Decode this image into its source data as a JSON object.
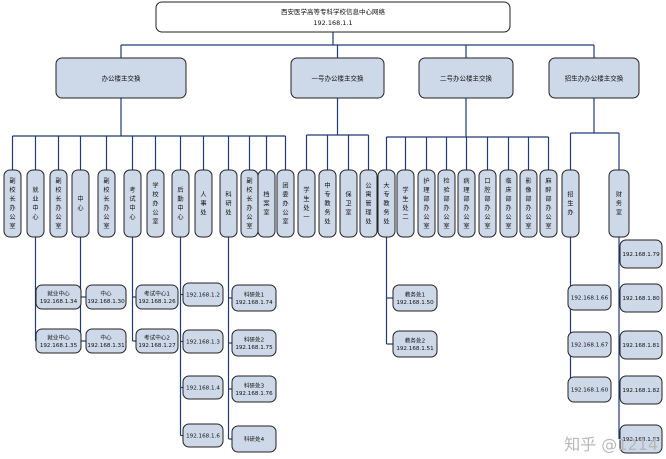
{
  "root": {
    "title": "西安医学高等专科学校信息中心网络",
    "ip": "192.168.1.1"
  },
  "switches": [
    "办公楼主交换",
    "一号办公楼主交换",
    "二号办公楼主交换",
    "招生办办公楼主交换"
  ],
  "level2": [
    "副校长办公室",
    "就业中心",
    "副校长办公室",
    "中心",
    "副校长办公室",
    "考试中心",
    "学校办公室",
    "后勤中心",
    "人事处",
    "科研处",
    "副校长办公室",
    "档案室",
    "团委办公室",
    "学生处一",
    "中专教务处",
    "保卫室",
    "公寓管理处",
    "大专教务处",
    "学生处二",
    "护理部办公室",
    "检验部办公室",
    "病理部办公室",
    "口腔部办公室",
    "临床部办公室",
    "影像部办公室",
    "麻醉部办公室",
    "招生办",
    "财务室"
  ],
  "level3": [
    {
      "lines": [
        "就业中心",
        "192.168.1.34"
      ]
    },
    {
      "lines": [
        "就业中心",
        "192.168.1.35"
      ]
    },
    {
      "lines": [
        "中心",
        "192.168.1.30"
      ]
    },
    {
      "lines": [
        "中心",
        "192.168.1.31"
      ]
    },
    {
      "lines": [
        "考试中心1",
        "192.168.1.26"
      ]
    },
    {
      "lines": [
        "考试中心2",
        "192.168.1.27"
      ]
    },
    {
      "lines": [
        "192.168.1.2"
      ]
    },
    {
      "lines": [
        "192.168.1.3"
      ]
    },
    {
      "lines": [
        "192.168.1.4"
      ]
    },
    {
      "lines": [
        "192.168.1.6"
      ]
    },
    {
      "lines": [
        "科研处1",
        "192.168.1.74"
      ]
    },
    {
      "lines": [
        "科研处2",
        "192.168.1.75"
      ]
    },
    {
      "lines": [
        "科研处3",
        "192.168.1.76"
      ]
    },
    {
      "lines": [
        "科研处4"
      ]
    },
    {
      "lines": [
        "教务处1",
        "192.168.1.50"
      ]
    },
    {
      "lines": [
        "教务处2",
        "192.168.1.51"
      ]
    },
    {
      "lines": [
        "192.168.1.66"
      ]
    },
    {
      "lines": [
        "192.168.1.67"
      ]
    },
    {
      "lines": [
        "192.168.1.60"
      ]
    },
    {
      "lines": [
        "192.168.1.79"
      ]
    },
    {
      "lines": [
        "192.168.1.80"
      ]
    },
    {
      "lines": [
        "192.168.1.81"
      ]
    },
    {
      "lines": [
        "192.168.1.82"
      ]
    },
    {
      "lines": [
        "192.168.1.83"
      ]
    }
  ],
  "watermark": "知乎 @1214",
  "colors": {
    "box": "#cdd8e8",
    "line": "#1f3c74",
    "border": "#222222"
  }
}
